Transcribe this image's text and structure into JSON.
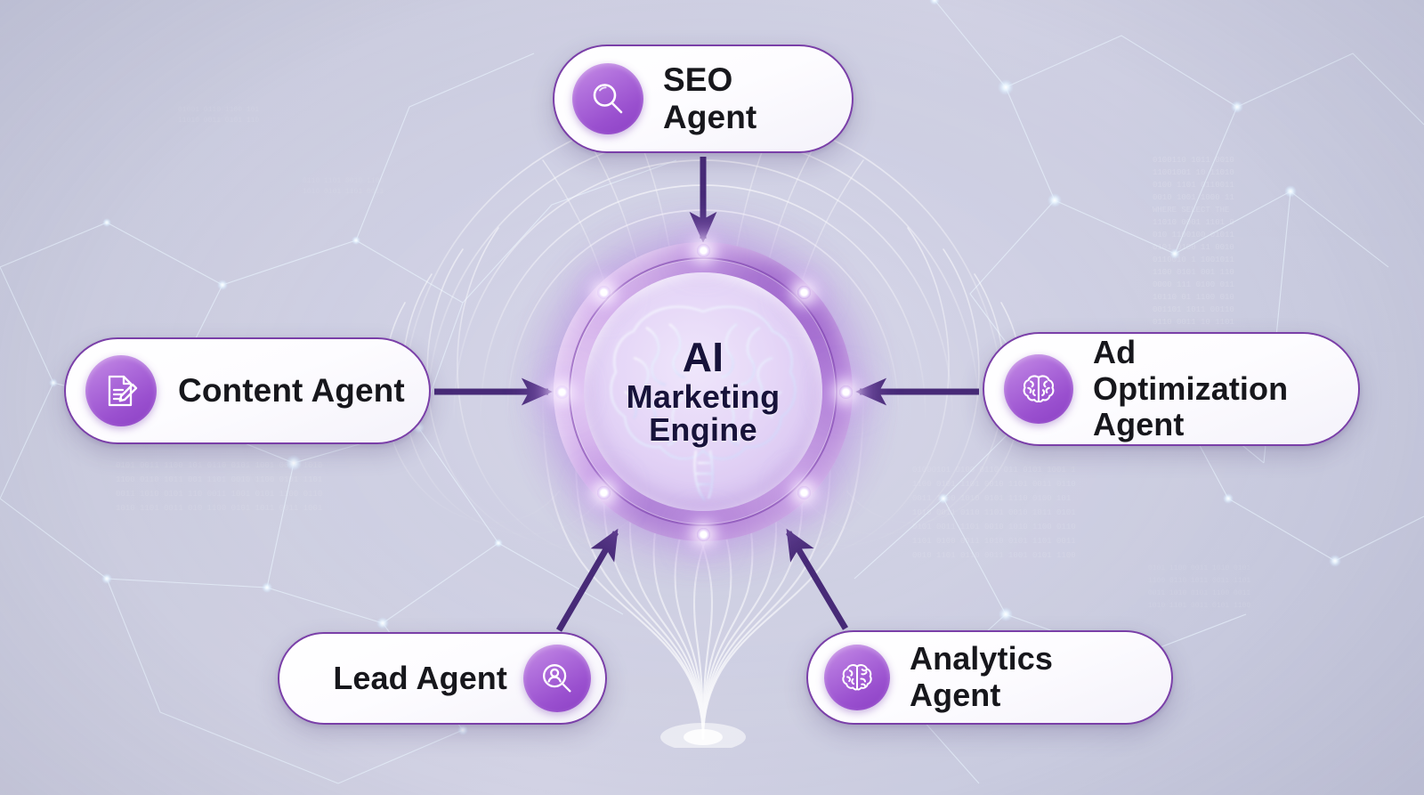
{
  "diagram": {
    "title": "AI Marketing Engine agent orchestration diagram",
    "hub": {
      "name": "ai-marketing-engine",
      "line1": "AI",
      "line2": "Marketing",
      "line3": "Engine",
      "icon": "brain-icon",
      "ring_color": "#a86fd4",
      "text_color": "#17123a",
      "glow_node_count": 8
    },
    "agents": [
      {
        "id": "seo",
        "label": "SEO Agent",
        "icon": "magnifier-icon",
        "icon_side": "left",
        "position": "top",
        "arrow": "down-into-hub"
      },
      {
        "id": "content",
        "label": "Content Agent",
        "icon": "document-pencil-icon",
        "icon_side": "left",
        "position": "left",
        "arrow": "right-into-hub"
      },
      {
        "id": "ad-optimization",
        "label": "Ad Optimization Agent",
        "label_line1": "Ad Optimization",
        "label_line2": "Agent",
        "icon": "brain-icon",
        "icon_side": "left",
        "position": "right",
        "arrow": "left-into-hub"
      },
      {
        "id": "lead",
        "label": "Lead Agent",
        "icon": "person-search-icon",
        "icon_side": "right",
        "position": "bottom-left",
        "arrow": "diagonal-up-right-into-hub"
      },
      {
        "id": "analytics",
        "label": "Analytics Agent",
        "icon": "brain-icon",
        "icon_side": "left",
        "position": "bottom-right",
        "arrow": "diagonal-up-left-into-hub"
      }
    ],
    "style": {
      "background": "#c8cade",
      "pill_background": "#ffffff",
      "pill_border": "#7a3fa8",
      "icon_gradient_from": "#c88fe6",
      "icon_gradient_to": "#8b3fc4",
      "arrow_color": "#472a77",
      "label_color": "#17171c",
      "network_line_color": "#eaf4ff"
    }
  }
}
